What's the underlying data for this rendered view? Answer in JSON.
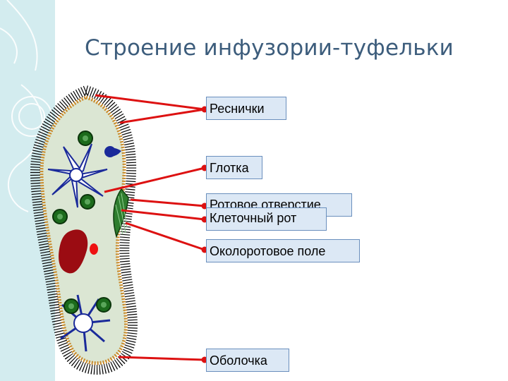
{
  "title": "Строение инфузории-туфельки",
  "labels": {
    "cilia": "Реснички",
    "pharynx": "Глотка",
    "mouth_opening": "Ротовое отверстие",
    "cell_mouth": "Клеточный рот",
    "peristome": "Околоротовое поле",
    "membrane": "Оболочка"
  },
  "colors": {
    "background": "#ffffff",
    "side_strip": "#d3ecef",
    "title": "#3d5d7c",
    "label_fill": "#dce8f5",
    "label_border": "#6a8fbd",
    "leader_line": "#dd1111",
    "cell_fill": "#dbe6d3",
    "cilia": "#000000",
    "macronucleus": "#9b0c12",
    "micronucleus": "#ee1111",
    "vacuole_green": "#1c6b1c",
    "vacuole_blue": "#1a2a9a",
    "contractile_vacuole": "#ffffff"
  }
}
